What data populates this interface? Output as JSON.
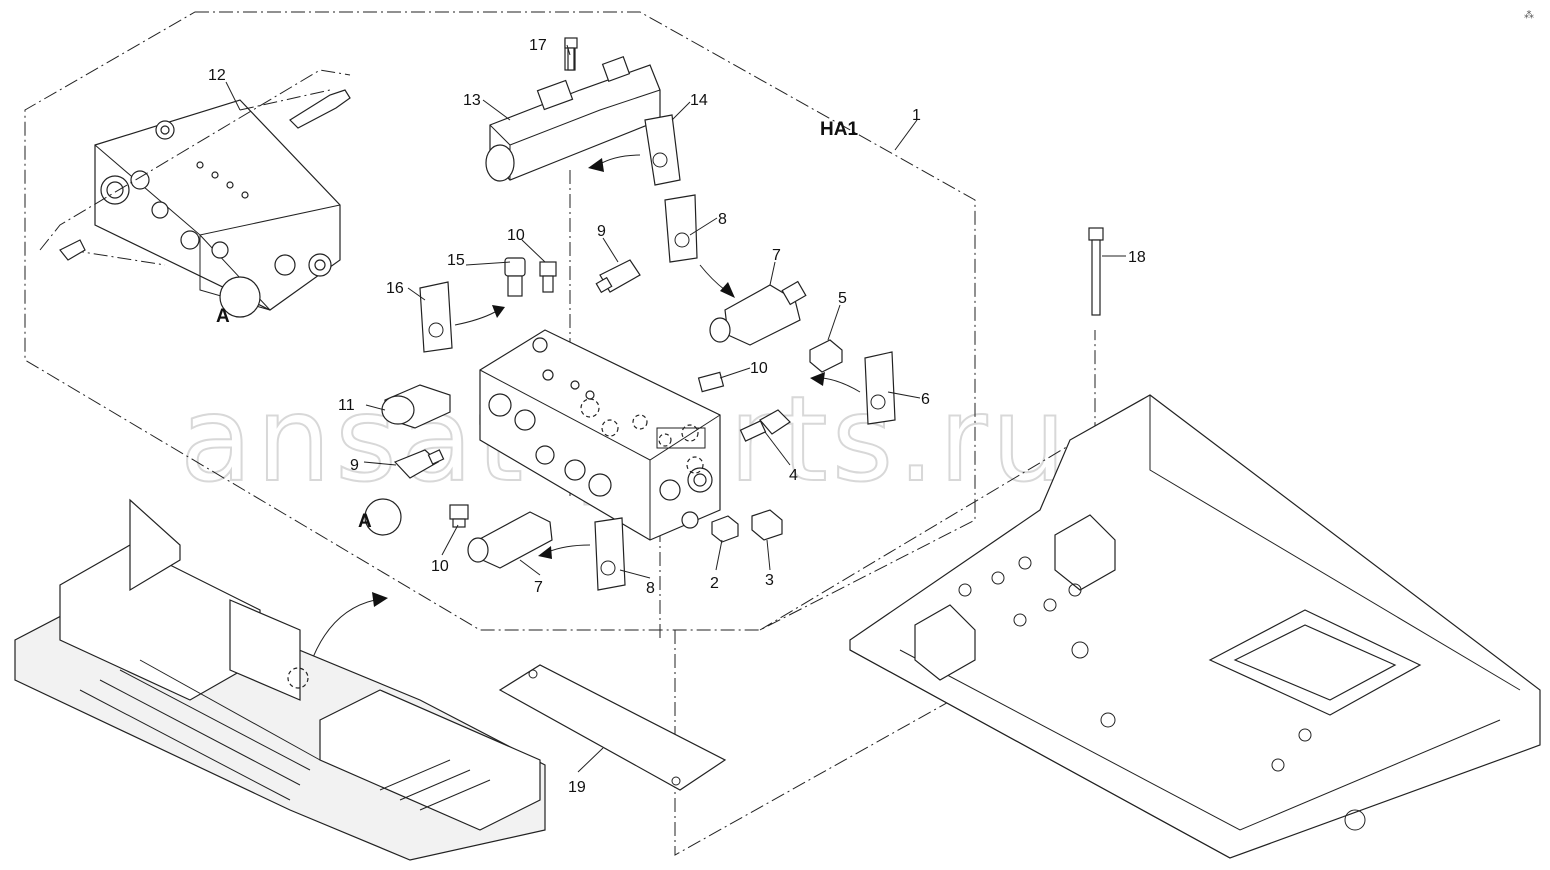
{
  "diagram": {
    "group_label": "HA1",
    "detail_marker": "A",
    "callouts": [
      "1",
      "2",
      "3",
      "4",
      "5",
      "6",
      "7",
      "8",
      "9",
      "10",
      "11",
      "12",
      "13",
      "14",
      "15",
      "16",
      "17",
      "18",
      "19"
    ],
    "watermark": "ansat-parts.ru",
    "corner_mark": "⁂"
  }
}
